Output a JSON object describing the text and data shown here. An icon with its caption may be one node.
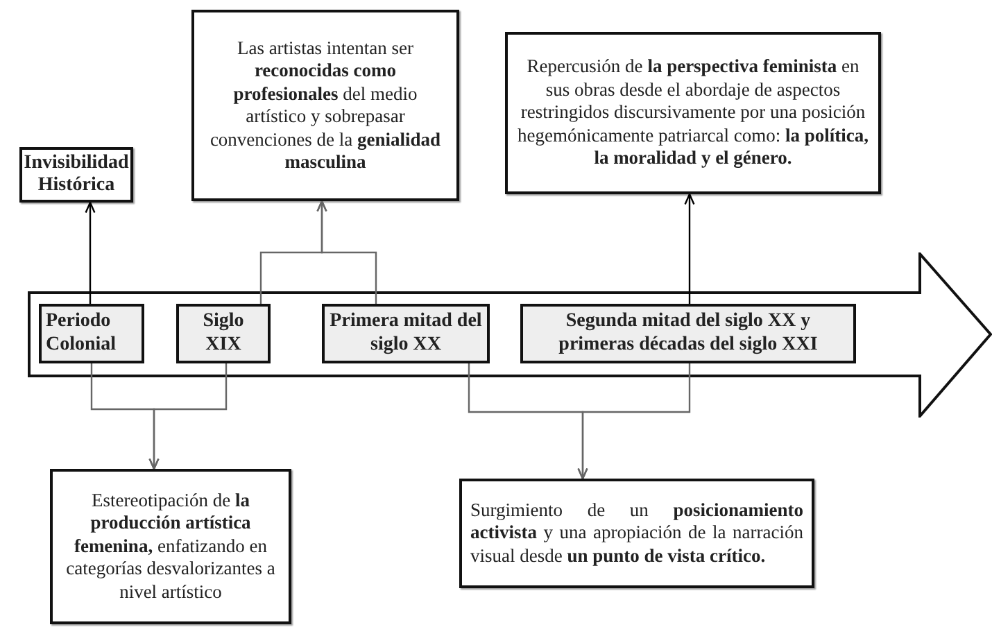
{
  "diagram": {
    "nodes": [
      {
        "text": [],
        "shape": "arrow"
      },
      {
        "text": [
          "Invisibilidad Histórica"
        ]
      },
      {
        "text": [
          "Las artistas intentan ser **reconocidas como profesionales** del medio artístico y sobrepasar convenciones de la **genialidad masculina**"
        ]
      },
      {
        "text": [
          "Repercusión de **la perspectiva feminista** en sus obras desde el abordaje de aspectos restringidos discursivamente por una posición hegemónicamente patriarcal como: **la política, la moralidad y el género.**"
        ]
      },
      {
        "text": [
          "Periodo Colonial"
        ],
        "in": 0
      },
      {
        "text": [
          "Siglo XIX"
        ],
        "in": 0
      },
      {
        "text": [
          "Primera mitad del siglo XX"
        ],
        "in": 0
      },
      {
        "text": [
          "Segunda mitad del siglo XX y primeras décadas del siglo XXI"
        ],
        "in": 0
      },
      {
        "text": [
          "Estereotipación de **la producción artística femenina,** enfatizando en categorías desvalorizantes a nivel artístico"
        ]
      },
      {
        "text": [
          "Surgimiento de un **posicionamiento activista** y una apropiación de la narración visual desde **un punto de vista crítico.**"
        ]
      }
    ],
    "edges": [
      {
        "from": 4,
        "to": 1,
        "arrow": "to",
        "color": "#000000"
      },
      {
        "from": 5,
        "to": 2,
        "arrow": "to"
      },
      {
        "from": 6,
        "to": 2,
        "arrow": "to"
      },
      {
        "from": 7,
        "to": 3,
        "arrow": "to",
        "color": "#000000"
      },
      {
        "from": 4,
        "to": 8,
        "arrow": "to"
      },
      {
        "from": 5,
        "to": 8,
        "arrow": "to"
      },
      {
        "from": 6,
        "to": 9,
        "arrow": "to"
      },
      {
        "from": 7,
        "to": 9,
        "arrow": "to"
      }
    ]
  }
}
